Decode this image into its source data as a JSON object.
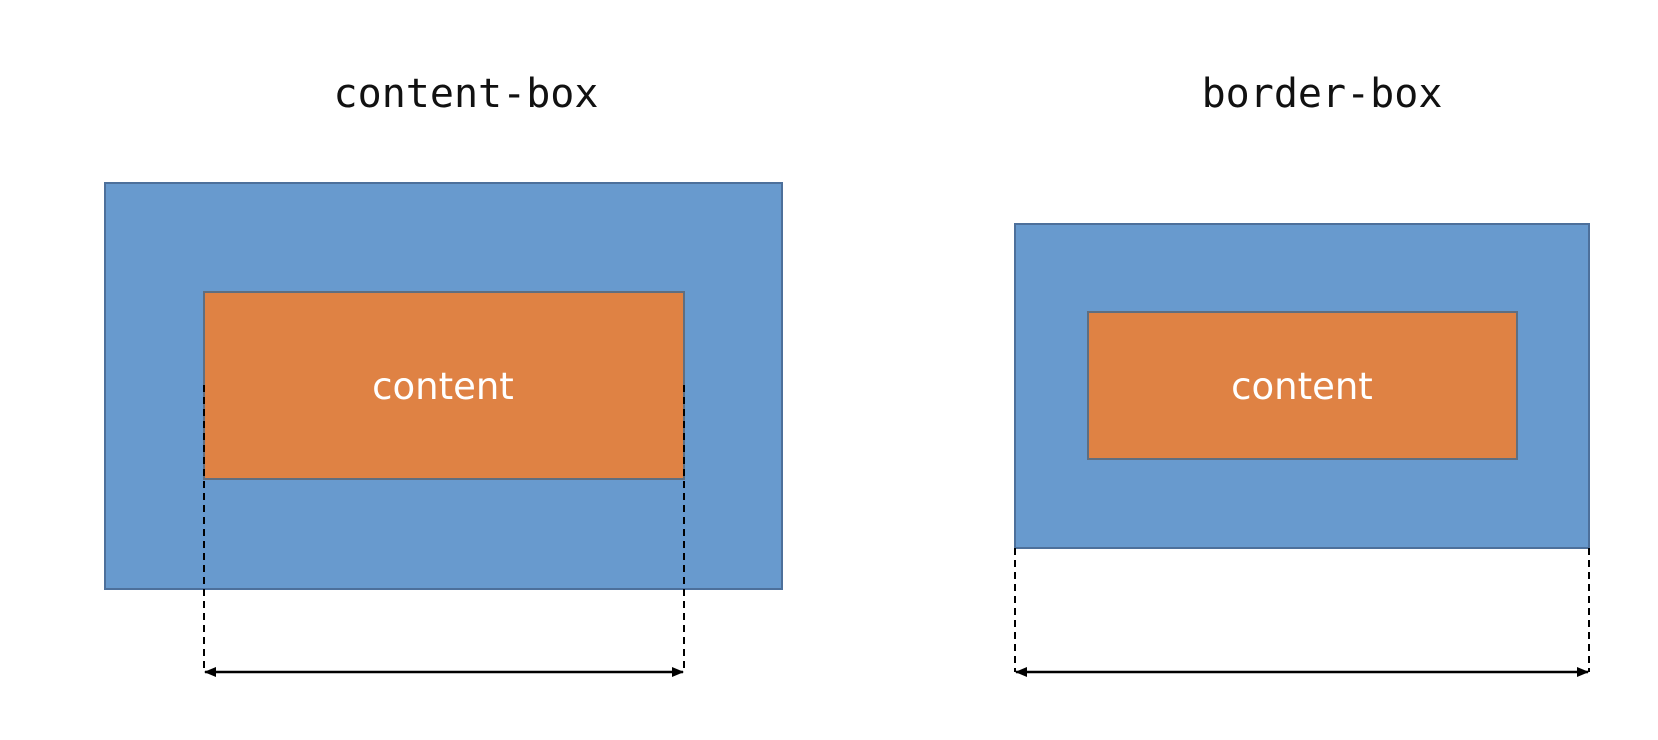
{
  "panels": [
    {
      "title": "content-box",
      "content_label": "content"
    },
    {
      "title": "border-box",
      "content_label": "content"
    }
  ],
  "colors": {
    "outer_box": "#689ACE",
    "inner_box": "#DF8244",
    "text": "#111111",
    "content_text": "#ffffff"
  }
}
